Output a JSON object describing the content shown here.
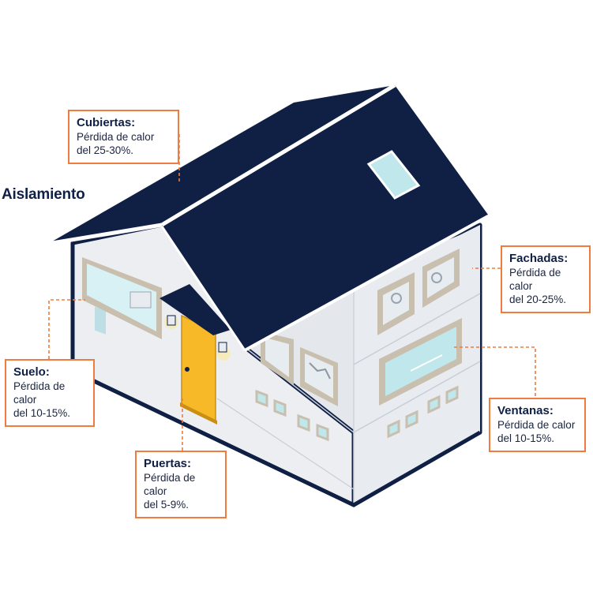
{
  "title": "Aislamiento",
  "callouts": {
    "cubiertas": {
      "heading": "Cubiertas:",
      "line1": "Pérdida de calor",
      "line2": "del 25-30%."
    },
    "fachadas": {
      "heading": "Fachadas:",
      "line1": "Pérdida de calor",
      "line2": "del 20-25%."
    },
    "ventanas": {
      "heading": "Ventanas:",
      "line1": "Pérdida de calor",
      "line2": "del 10-15%."
    },
    "suelo": {
      "heading": "Suelo:",
      "line1": "Pérdida de calor",
      "line2": "del 10-15%."
    },
    "puertas": {
      "heading": "Puertas:",
      "line1": "Pérdida de calor",
      "line2": "del 5-9%."
    }
  },
  "colors": {
    "navy": "#0f2044",
    "accent": "#ef7b3e",
    "door": "#f7b928",
    "wall_light": "#eceef2",
    "wall_shadow": "#e1e4ea",
    "window_frame": "#c9bfae",
    "glass": "#bfe7ec"
  }
}
